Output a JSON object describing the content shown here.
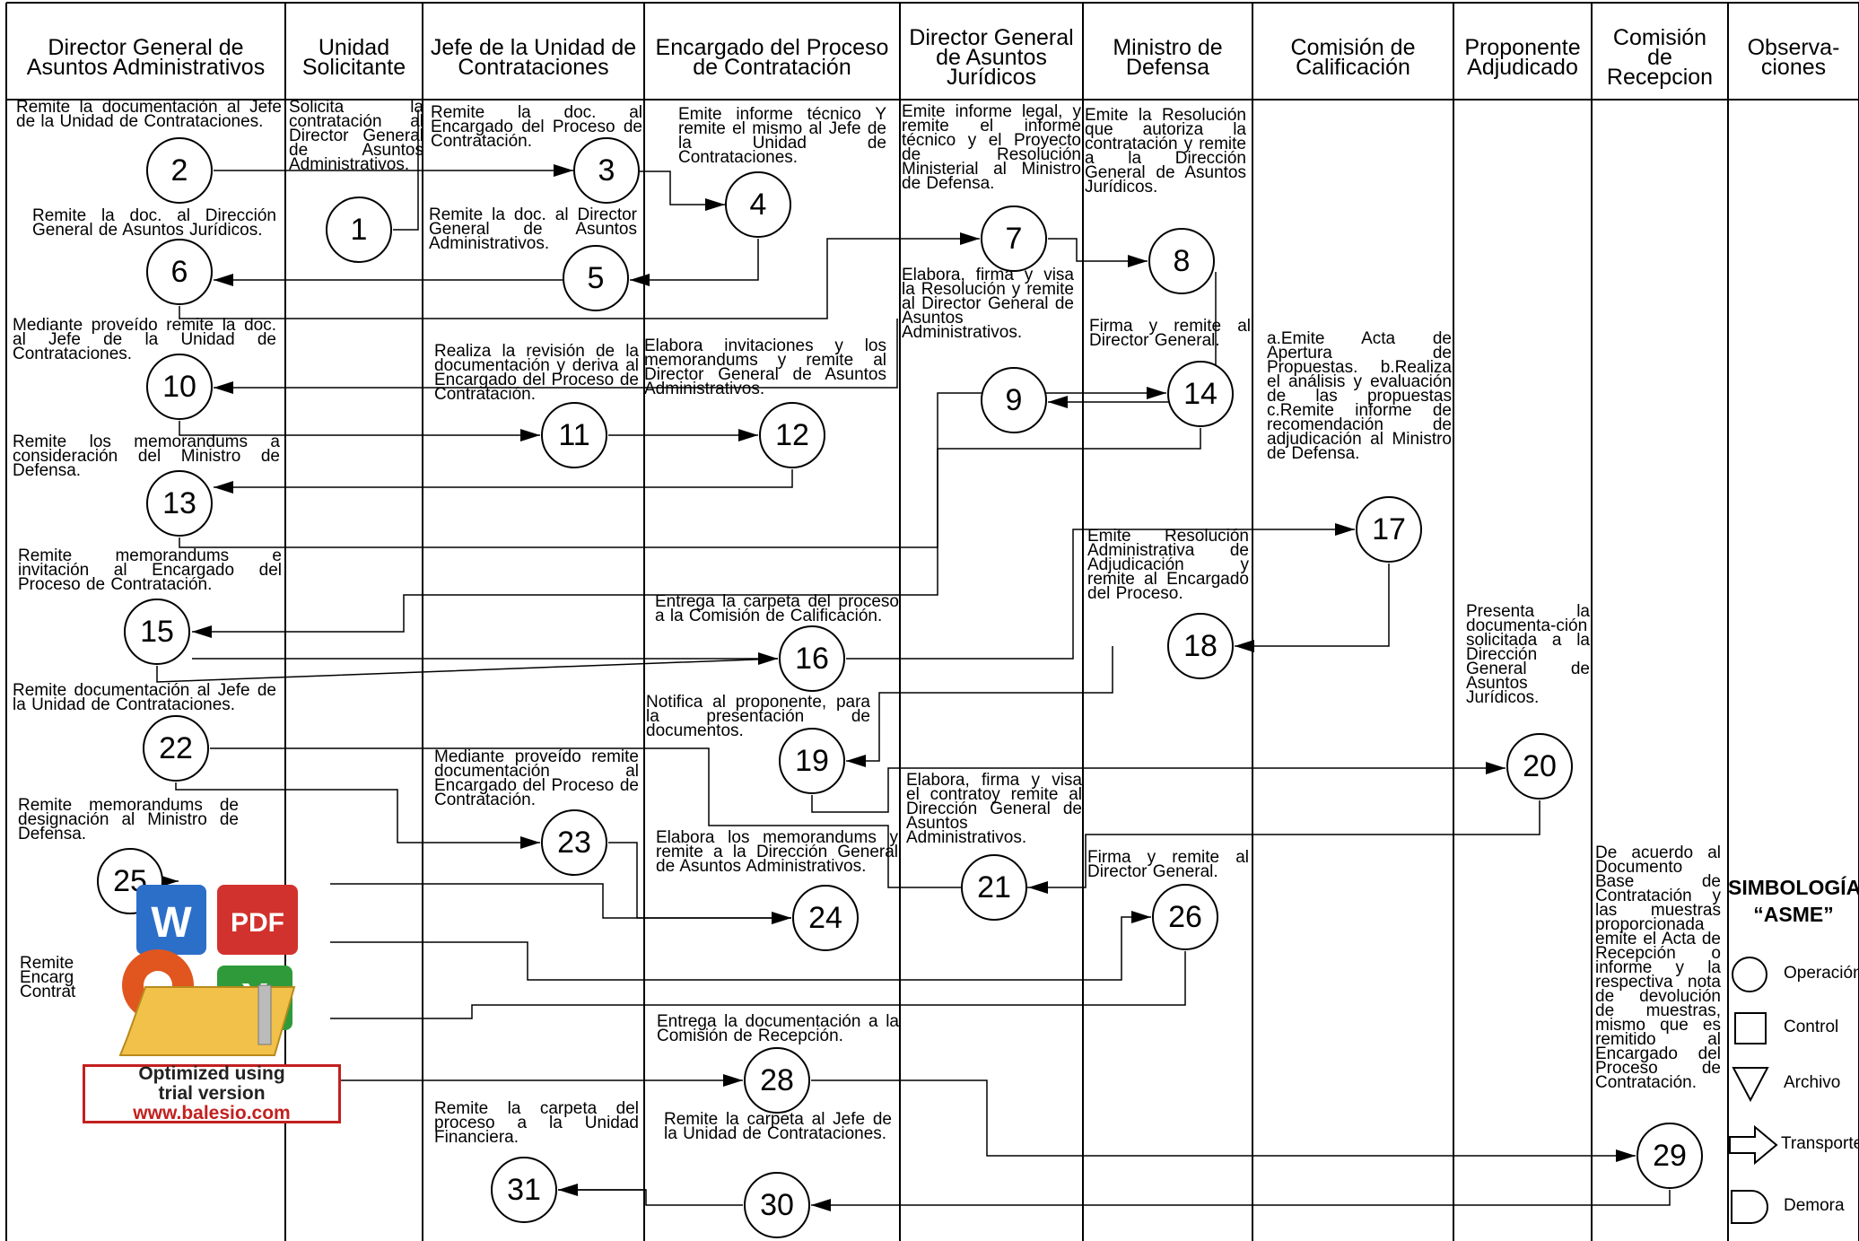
{
  "columns": [
    {
      "label": "Director General de\nAsuntos Administrativos"
    },
    {
      "label": "Unidad\nSolicitante"
    },
    {
      "label": "Jefe de la Unidad de\nContrataciones"
    },
    {
      "label": "Encargado del Proceso\nde Contratación"
    },
    {
      "label": "Director General\nde Asuntos\nJurídicos"
    },
    {
      "label": "Ministro de\nDefensa"
    },
    {
      "label": "Comisión de\nCalificación"
    },
    {
      "label": "Proponente\nAdjudicado"
    },
    {
      "label": "Comisión\nde\nRecepcion"
    },
    {
      "label": "Observa-\nciones"
    }
  ],
  "nodes": [
    {
      "id": "1"
    },
    {
      "id": "2"
    },
    {
      "id": "3"
    },
    {
      "id": "4"
    },
    {
      "id": "5"
    },
    {
      "id": "6"
    },
    {
      "id": "7"
    },
    {
      "id": "8"
    },
    {
      "id": "9"
    },
    {
      "id": "10"
    },
    {
      "id": "11"
    },
    {
      "id": "12"
    },
    {
      "id": "13"
    },
    {
      "id": "14"
    },
    {
      "id": "15"
    },
    {
      "id": "16"
    },
    {
      "id": "17"
    },
    {
      "id": "18"
    },
    {
      "id": "19"
    },
    {
      "id": "20"
    },
    {
      "id": "21"
    },
    {
      "id": "22"
    },
    {
      "id": "23"
    },
    {
      "id": "24"
    },
    {
      "id": "25"
    },
    {
      "id": "26"
    },
    {
      "id": "28"
    },
    {
      "id": "29"
    },
    {
      "id": "30"
    },
    {
      "id": "31"
    }
  ],
  "notes": [
    {
      "text": "Remite la documentación al Jefe de la Unidad de Contrataciones."
    },
    {
      "text": "Solicita la contratación al Director General de Asuntos Administrativos."
    },
    {
      "text": "Remite la doc. al Encargado del Proceso de Contratación."
    },
    {
      "text": "Emite informe técnico Y remite el mismo al Jefe de la Unidad de Contrataciones."
    },
    {
      "text": "Emite informe legal, y remite el informe técnico y el Proyecto de Resolución Ministerial al Ministro de Defensa."
    },
    {
      "text": "Emite la Resolución que autoriza la contratación y remite a la Dirección General de Asuntos Jurídicos."
    },
    {
      "text": "Remite la doc. al Dirección General de Asuntos Jurídicos."
    },
    {
      "text": "Remite la doc. al Director General de Asuntos Administrativos."
    },
    {
      "text": "Elabora, firma y visa la Resolución y remite al Director General de Asuntos Administrativos."
    },
    {
      "text": "Mediante proveído remite la doc. al Jefe de la Unidad de Contrataciones."
    },
    {
      "text": "Realiza la revisión de la documentación y deriva al Encargado del Proceso de Contratación."
    },
    {
      "text": "Elabora invitaciones y los memorandums y remite al Director General de Asuntos Administrativos."
    },
    {
      "text": "Firma y remite al Director General."
    },
    {
      "text": "a.Emite Acta de Apertura de Propuestas. b.Realiza el análisis y evaluación de las propuestas c.Remite informe de recomendación de adjudicación al Ministro de Defensa."
    },
    {
      "text": "Remite los memorandums a consideración del Ministro de Defensa."
    },
    {
      "text": "Emite Resolución Administrativa de Adjudicación y remite al Encargado del Proceso."
    },
    {
      "text": "Remite memorandums e invitación al Encargado del Proceso de Contratación."
    },
    {
      "text": "Entrega la carpeta del proceso a la Comisión de Calificación."
    },
    {
      "text": "Presenta la documenta-ción solicitada a la Dirección General de Asuntos Jurídicos."
    },
    {
      "text": "Remite documentación al Jefe de la Unidad de Contrataciones."
    },
    {
      "text": "Notifica al proponente, para la presentación de documentos."
    },
    {
      "text": "Mediante proveído remite documentación al Encargado del Proceso de Contratación."
    },
    {
      "text": "Elabora, firma y visa el contratoy remite al Dirección General de Asuntos Administrativos."
    },
    {
      "text": "Remite memorandums de designación al Ministro de Defensa."
    },
    {
      "text": "Elabora los memorandums y remite a la Dirección General de Asuntos Administrativos."
    },
    {
      "text": "Firma y remite al Director General."
    },
    {
      "text": "De acuerdo al Documento Base de Contratación y las muestras proporcionada emite el Acta de Recepción o informe y la respectiva nota de devolución de muestras, mismo que es remitido al Encargado del Proceso de Contratación."
    },
    {
      "text": "Remite\nEncarg\nContrat"
    },
    {
      "text": "Entrega la documentación a la Comisión de Recepción."
    },
    {
      "text": "Remite la carpeta del proceso a la Unidad Financiera."
    },
    {
      "text": "Remite la carpeta al Jefe de la Unidad de Contrataciones."
    }
  ],
  "legend": {
    "title": "SIMBOLOGÍA\n“ASME”",
    "items": [
      {
        "label": "Operación",
        "shape": "circle"
      },
      {
        "label": "Control",
        "shape": "square"
      },
      {
        "label": "Archivo",
        "shape": "triangle"
      },
      {
        "label": "Transporte",
        "shape": "arrow"
      },
      {
        "label": "Demora",
        "shape": "d-shape"
      }
    ]
  },
  "watermark": {
    "icons": [
      "W",
      "PDF",
      "X"
    ],
    "line1": "Optimized using",
    "line2": "trial version",
    "url": "www.balesio.com",
    "colors": {
      "word": "#2c6fc9",
      "pdf": "#d2322d",
      "excel": "#2f9a3a",
      "powerpoint": "#e0561e",
      "folder": "#f2c14a",
      "border": "#c32020"
    }
  }
}
